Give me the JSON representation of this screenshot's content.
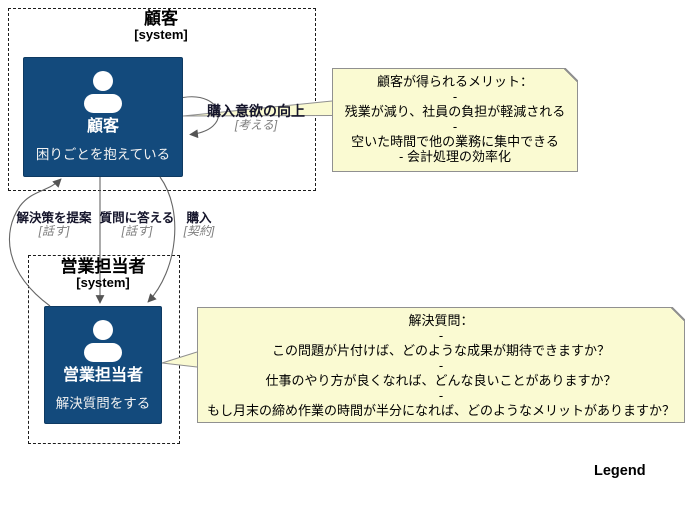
{
  "systems": [
    {
      "title": "顧客",
      "subtitle": "[system]",
      "actor": {
        "name": "顧客",
        "description": "困りごとを抱えている"
      }
    },
    {
      "title": "営業担当者",
      "subtitle": "[system]",
      "actor": {
        "name": "営業担当者",
        "description": "解決質問をする"
      }
    }
  ],
  "arrows": {
    "self_loop": {
      "label": "購入意欲の向上",
      "mode": "[考える]"
    },
    "propose": {
      "label": "解決策を提案",
      "mode": "[話す]"
    },
    "answer": {
      "label": "質問に答える",
      "mode": "[話す]"
    },
    "purchase": {
      "label": "購入",
      "mode": "[契約]"
    }
  },
  "notes": [
    {
      "lines": [
        "顧客が得られるメリット：",
        "-",
        "残業が減り、社員の負担が軽減される",
        "-",
        "空いた時間で他の業務に集中できる",
        "- 会計処理の効率化"
      ]
    },
    {
      "lines": [
        "解決質問：",
        "-",
        "この問題が片付けば、どのような成果が期待できますか？",
        "-",
        "仕事のやり方が良くなれば、どんな良いことがありますか？",
        "-",
        "もし月末の締め作業の時間が半分になれば、どのようなメリットがありますか？"
      ]
    }
  ],
  "legend": {
    "label": "Legend"
  },
  "colors": {
    "actor_fill": "#134a7c",
    "note_fill": "#FAFAD2",
    "note_border": "#909090",
    "arrow": "#666666",
    "boundary_border": "#1c1c1c"
  }
}
